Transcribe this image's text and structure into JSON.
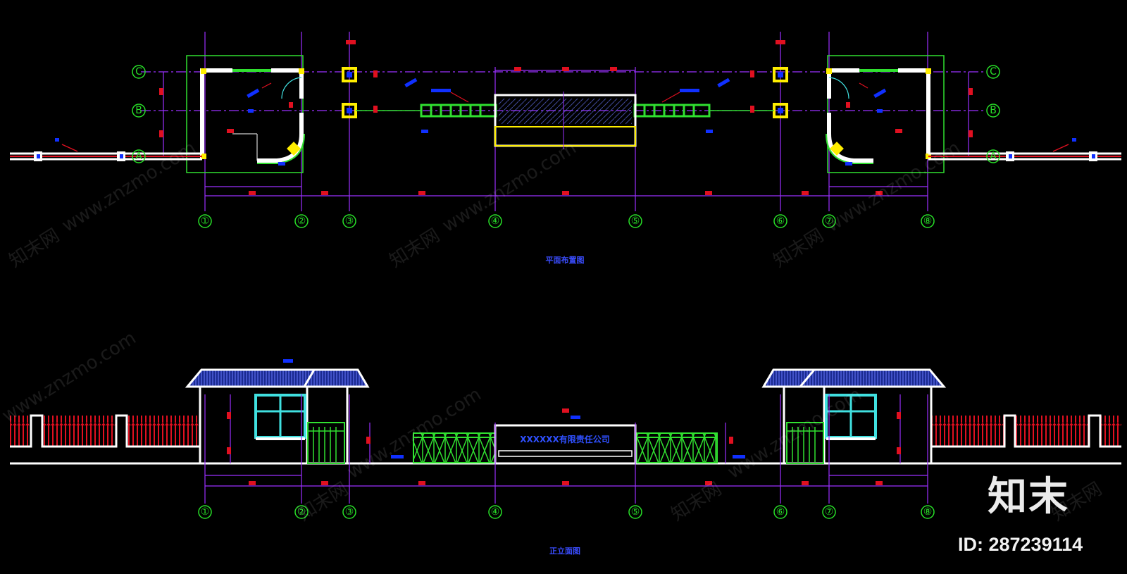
{
  "plan": {
    "title": "平面布置图",
    "column_axes": [
      "①",
      "②",
      "③",
      "④",
      "⑤",
      "⑥",
      "⑦",
      "⑧"
    ],
    "row_axes_left": [
      "C",
      "B",
      "A"
    ],
    "row_axes_right": [
      "C",
      "B",
      "A"
    ]
  },
  "elevation": {
    "title": "正立面图",
    "column_axes": [
      "①",
      "②",
      "③",
      "④",
      "⑤",
      "⑥",
      "⑦",
      "⑧"
    ],
    "sign_text": "XXXXXX有限责任公司"
  },
  "watermark": {
    "site": "www.znzmo.com",
    "brand": "知末网"
  },
  "branding": {
    "logo": "知末",
    "id_text": "ID: 287239114"
  },
  "colors": {
    "background": "#000000",
    "wall": "#ffffff",
    "axis": "#9b30ff",
    "label": "#28e028",
    "dimension_tag": "#ff1020",
    "text_tag": "#1030ff",
    "fence": "#e01020",
    "gate": "#30e030",
    "column": "#ffee00",
    "window": "#40e0e0",
    "roof": "#2a3aa0"
  }
}
